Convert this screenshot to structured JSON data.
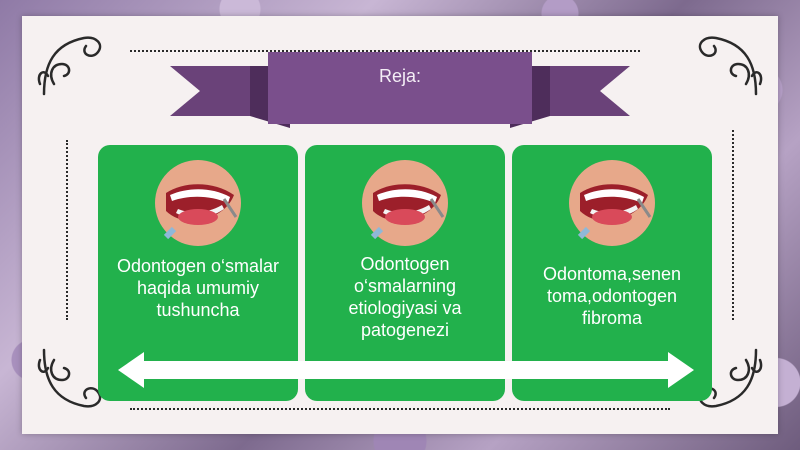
{
  "slide": {
    "title": "Reja:",
    "cards": [
      {
        "text": "Odontogen o‘smalar haqida umumiy tushuncha"
      },
      {
        "text": "Odontogen o‘smalarning etiologiyasi va patogenezi"
      },
      {
        "text": "Odontoma,senen toma,odontogen fibroma"
      }
    ]
  },
  "colors": {
    "card_green": "#22b14c",
    "banner_purple": "#7a4f8c",
    "frame": "#f6f1f1"
  },
  "icons": [
    "swirl-ornament",
    "dental-mouth-image",
    "double-arrow"
  ]
}
